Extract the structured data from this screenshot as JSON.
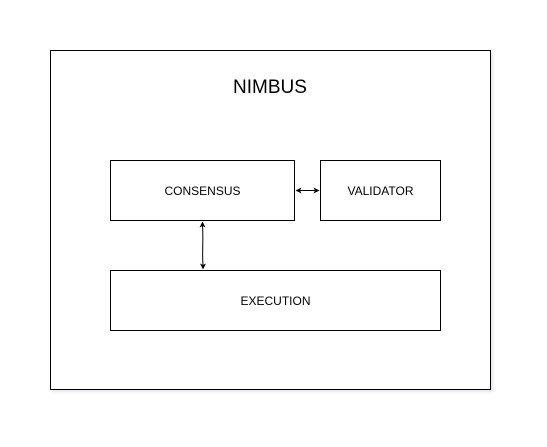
{
  "diagram": {
    "container": {
      "label": "NIMBUS"
    },
    "nodes": {
      "consensus": {
        "label": "CONSENSUS"
      },
      "validator": {
        "label": "VALIDATOR"
      },
      "execution": {
        "label": "EXECUTION"
      }
    },
    "edges": [
      {
        "from": "CONSENSUS",
        "to": "VALIDATOR",
        "direction": "bidirectional"
      },
      {
        "from": "CONSENSUS",
        "to": "EXECUTION",
        "direction": "bidirectional"
      }
    ],
    "colors": {
      "background": "#ffffff",
      "stroke": "#000000",
      "shadow": "#d7d7dc"
    }
  }
}
